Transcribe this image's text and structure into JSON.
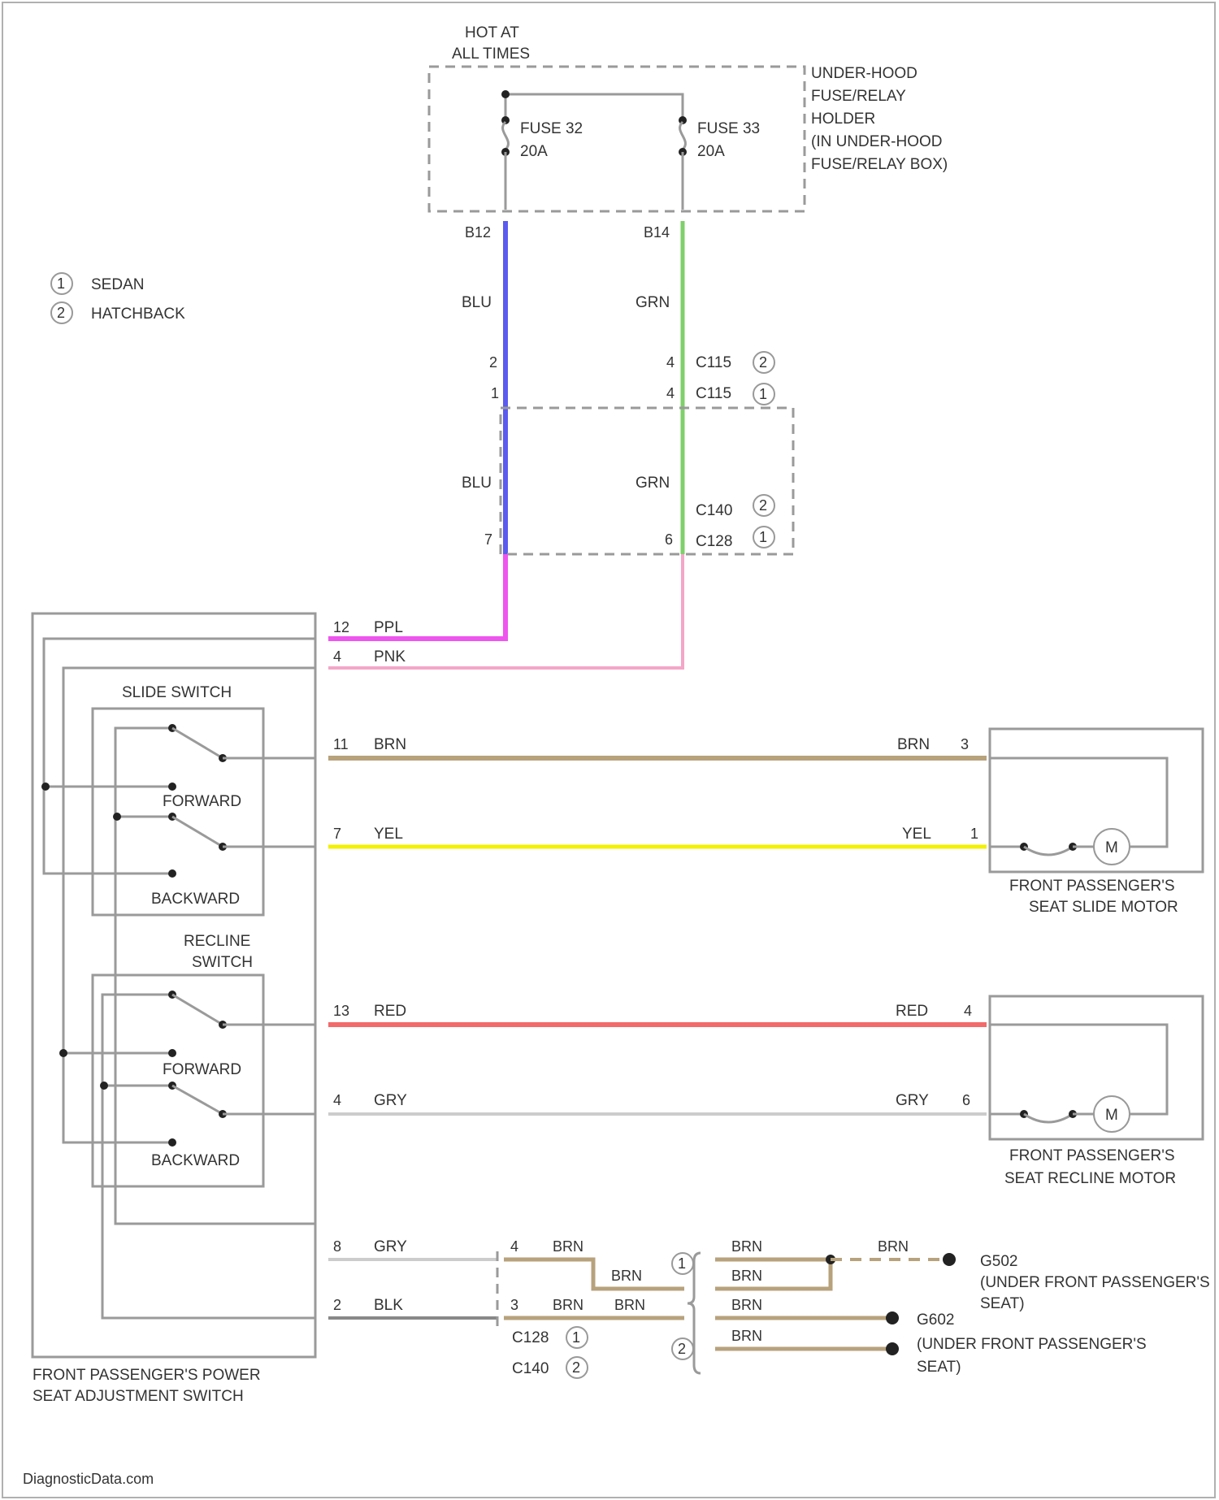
{
  "colors": {
    "blu": "#5b5bf0",
    "grn": "#7fcf6a",
    "ppl": "#ee55ee",
    "pnk": "#f4a6c8",
    "brn": "#b7a27c",
    "yel": "#f3f000",
    "red": "#f26a6a",
    "gry": "#cccccc",
    "blk": "#888888"
  },
  "power": {
    "hot_line1": "HOT AT",
    "hot_line2": "ALL TIMES",
    "holder": [
      "UNDER-HOOD",
      "FUSE/RELAY",
      "HOLDER",
      "(IN UNDER-HOOD",
      "FUSE/RELAY BOX)"
    ],
    "fuse_a_name": "FUSE 32",
    "fuse_a_rating": "20A",
    "fuse_b_name": "FUSE 33",
    "fuse_b_rating": "20A",
    "term_a": "B12",
    "term_b": "B14"
  },
  "legend": {
    "items": [
      {
        "num": "1",
        "label": "SEDAN"
      },
      {
        "num": "2",
        "label": "HATCHBACK"
      }
    ]
  },
  "upper": {
    "wire_a": "BLU",
    "wire_b": "GRN",
    "pin_a_hb": "2",
    "pin_a_sd": "1",
    "pin_b_hb": "4",
    "pin_b_sd": "4",
    "conn_hb": "C115",
    "conn_sd": "C115",
    "num_hb": "2",
    "num_sd": "1"
  },
  "middle": {
    "wire_a": "BLU",
    "wire_b": "GRN",
    "pin_a": "7",
    "pin_b": "6",
    "conn_hb": "C140",
    "conn_sd": "C128",
    "num_hb": "2",
    "num_sd": "1"
  },
  "switch": {
    "title_line1": "FRONT PASSENGER'S POWER",
    "title_line2": "SEAT ADJUSTMENT SWITCH",
    "slide_title": "SLIDE SWITCH",
    "recline_line1": "RECLINE",
    "recline_line2": "SWITCH",
    "forward": "FORWARD",
    "backward": "BACKWARD",
    "forward2": "FORWARD",
    "backward2": "BACKWARD"
  },
  "wires": {
    "ppl_pin": "12",
    "ppl_color": "PPL",
    "pnk_pin": "4",
    "pnk_color": "PNK",
    "brn_pin": "11",
    "brn_color": "BRN",
    "brn_motor_color": "BRN",
    "brn_motor_pin": "3",
    "yel_pin": "7",
    "yel_color": "YEL",
    "yel_motor_color": "YEL",
    "yel_motor_pin": "1",
    "red_pin": "13",
    "red_color": "RED",
    "red_motor_color": "RED",
    "red_motor_pin": "4",
    "gry_pin": "4",
    "gry_color": "GRY",
    "gry_motor_color": "GRY",
    "gry_motor_pin": "6",
    "gnd_gry_pin": "8",
    "gnd_gry_color": "GRY",
    "gnd_blk_pin": "2",
    "gnd_blk_color": "BLK"
  },
  "motors": {
    "slide_line1": "FRONT PASSENGER'S",
    "slide_line2": "SEAT SLIDE MOTOR",
    "recline_line1": "FRONT PASSENGER'S",
    "recline_line2": "SEAT RECLINE MOTOR",
    "symbol": "M"
  },
  "ground": {
    "pin_a": "4",
    "pin_b": "3",
    "brn1": "BRN",
    "brn2": "BRN",
    "brn3": "BRN",
    "brn4": "BRN",
    "brn5": "BRN",
    "brn6": "BRN",
    "brn7": "BRN",
    "brn8": "BRN",
    "brn9": "BRN",
    "conn_sd": "C128",
    "conn_hb": "C140",
    "num_sd": "1",
    "num_hb": "2",
    "split_num_sd": "1",
    "split_num_hb": "2",
    "g1_name": "G502",
    "g1_loc_line1": "(UNDER FRONT PASSENGER'S",
    "g1_loc_line2": "SEAT)",
    "g2_name": "G602",
    "g2_loc_line1": "(UNDER FRONT PASSENGER'S",
    "g2_loc_line2": "SEAT)"
  },
  "footer": {
    "source": "DiagnosticData.com"
  }
}
